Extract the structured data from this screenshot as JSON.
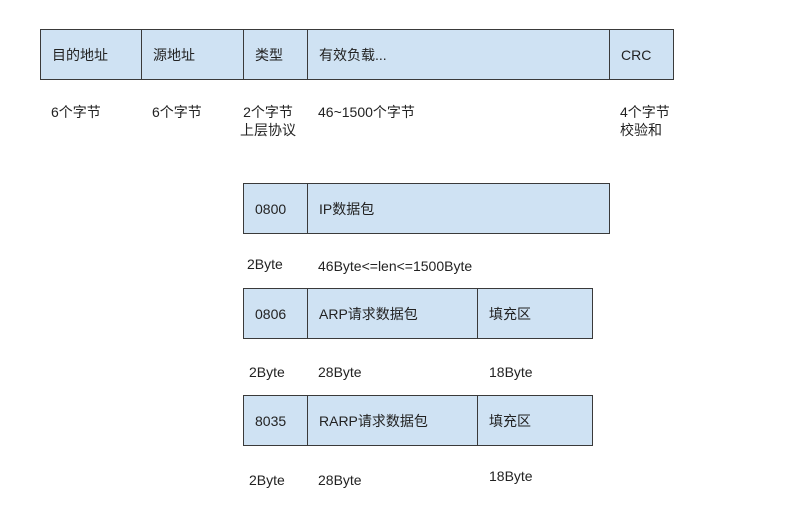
{
  "ethernet_frame": {
    "fields": {
      "dest_addr": "目的地址",
      "src_addr": "源地址",
      "type": "类型",
      "payload": "有效负载...",
      "crc": "CRC"
    },
    "sizes": {
      "dest_addr": "6个字节",
      "src_addr": "6个字节",
      "type_line1": "2个字节",
      "type_line2": "上层协议",
      "payload": "46~1500个字节",
      "crc_line1": "4个字节",
      "crc_line2": "校验和"
    }
  },
  "ip_frame": {
    "type_code": "0800",
    "payload": "IP数据包",
    "type_size": "2Byte",
    "payload_size": "46Byte<=len<=1500Byte"
  },
  "arp_frame": {
    "type_code": "0806",
    "payload": "ARP请求数据包",
    "padding": "填充区",
    "type_size": "2Byte",
    "payload_size": "28Byte",
    "padding_size": "18Byte"
  },
  "rarp_frame": {
    "type_code": "8035",
    "payload": "RARP请求数据包",
    "padding": "填充区",
    "type_size": "2Byte",
    "payload_size": "28Byte",
    "padding_size": "18Byte"
  },
  "colors": {
    "box_fill": "#cfe2f3",
    "box_border": "#3a3a3a",
    "text": "#222222"
  }
}
